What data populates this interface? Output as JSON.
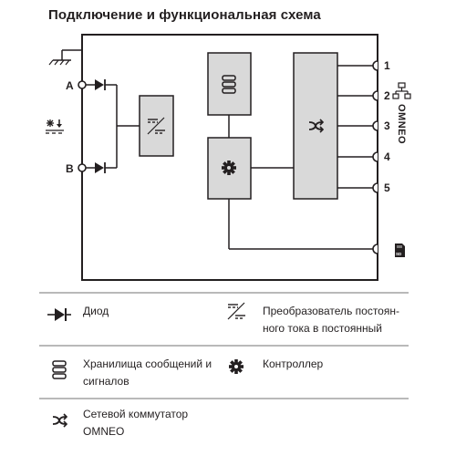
{
  "title": "Подключение и функциональная схема",
  "inputs": {
    "a": "A",
    "b": "B"
  },
  "ports": [
    "1",
    "2",
    "3",
    "4",
    "5"
  ],
  "network_label": "OMNEO",
  "icons": {
    "ground": "ground-icon",
    "temperature": "snowflake-temperature-icon",
    "diode": "diode-icon",
    "converter": "dc-dc-converter-icon",
    "storage": "message-storage-icon",
    "controller": "gear-icon",
    "switch": "network-switch-icon",
    "network": "network-icon",
    "sdcard": "sd-card-icon"
  },
  "colors": {
    "block_fill": "#d9d9d9",
    "line": "#231f20",
    "divider": "#b9b9b9"
  },
  "legend": [
    {
      "icon": "diode-icon",
      "text": "Диод"
    },
    {
      "icon": "dc-dc-converter-icon",
      "text_lines": [
        "Преобразователь постоян-",
        "ного тока в постоянный"
      ]
    },
    {
      "icon": "message-storage-icon",
      "text_lines": [
        "Хранилища сообщений и",
        "сигналов"
      ]
    },
    {
      "icon": "gear-icon",
      "text": "Контроллер"
    },
    {
      "icon": "network-switch-icon",
      "text_lines": [
        "Сетевой коммутатор",
        "OMNEO"
      ]
    }
  ]
}
